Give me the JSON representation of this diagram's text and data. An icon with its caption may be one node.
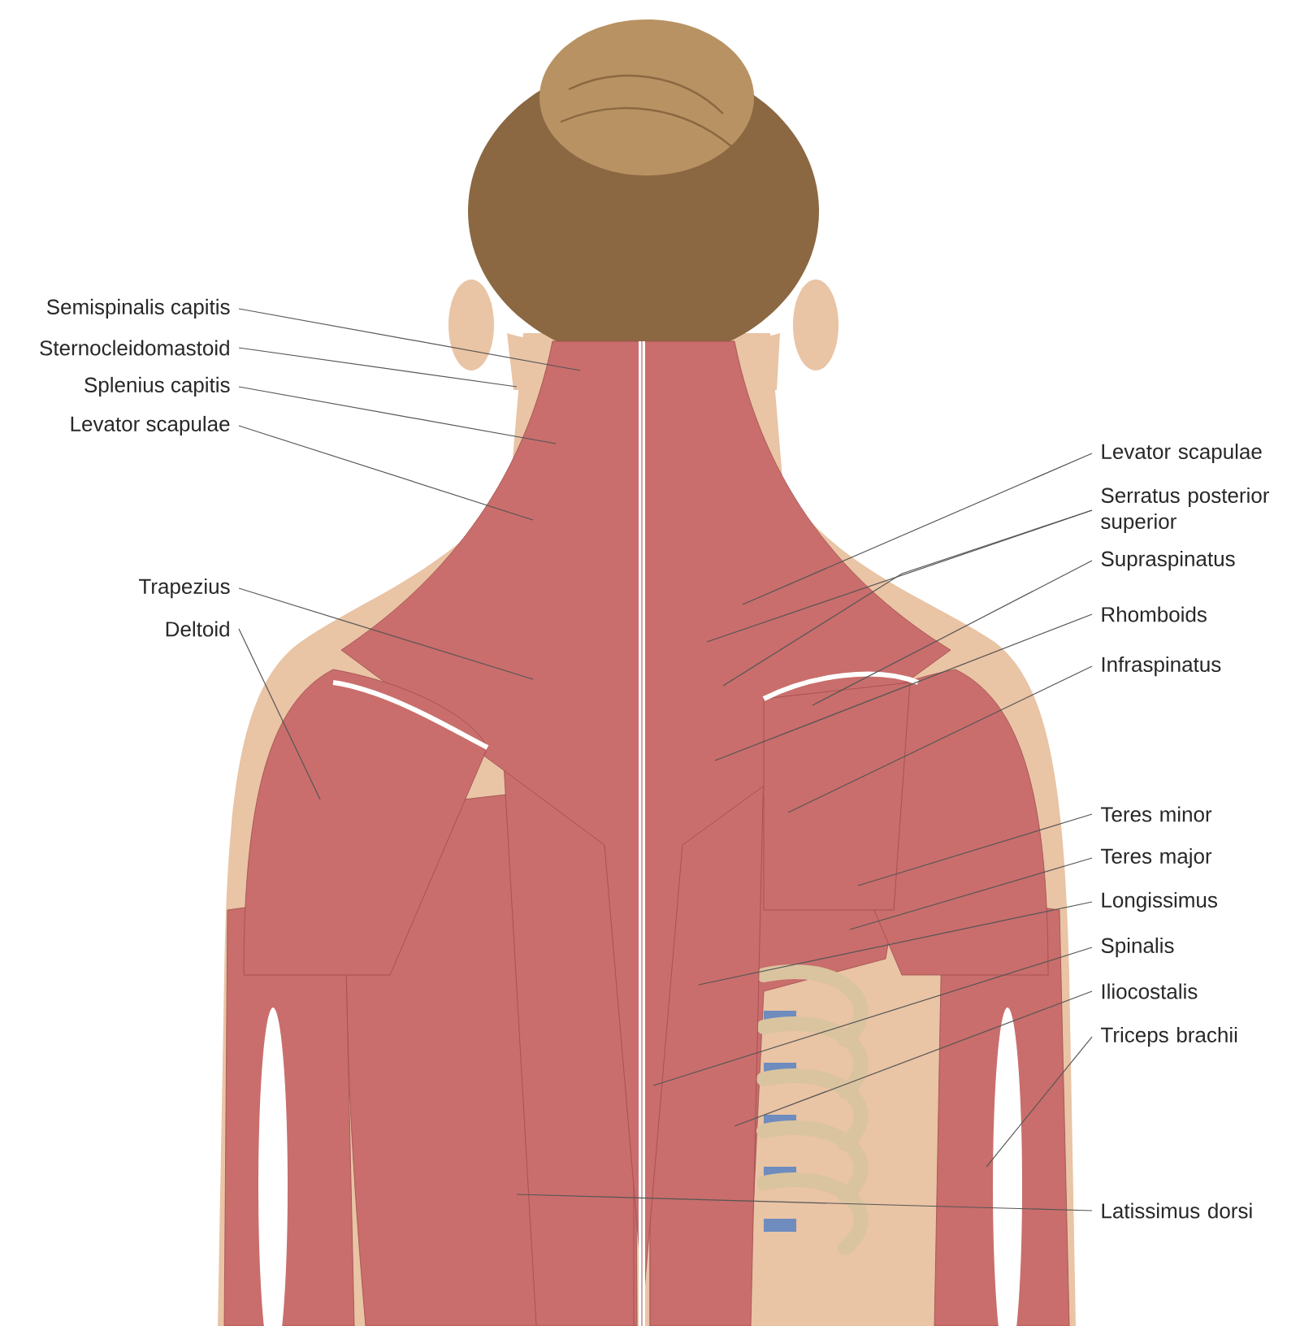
{
  "diagram": {
    "nodes": [
      {
        "text": [
          "Semispinalis capitis"
        ]
      },
      {
        "text": [
          "Sternocleidomastoid"
        ]
      },
      {
        "text": [
          "Splenius capitis"
        ]
      },
      {
        "text": [
          "Levator scapulae"
        ]
      },
      {
        "text": [
          "Trapezius"
        ]
      },
      {
        "text": [
          "Deltoid"
        ]
      },
      {
        "text": [
          "Levator scapulae"
        ]
      },
      {
        "text": [
          "Serratus posterior superior"
        ]
      },
      {
        "text": [
          "Supraspinatus"
        ]
      },
      {
        "text": [
          "Rhomboids"
        ]
      },
      {
        "text": [
          "Infraspinatus"
        ]
      },
      {
        "text": [
          "Teres minor"
        ]
      },
      {
        "text": [
          "Teres major"
        ]
      },
      {
        "text": [
          "Longissimus"
        ]
      },
      {
        "text": [
          "Spinalis"
        ]
      },
      {
        "text": [
          "Iliocostalis"
        ]
      },
      {
        "text": [
          "Triceps brachii"
        ]
      },
      {
        "text": [
          "Latissimus dorsi"
        ]
      }
    ],
    "edges": [
      {
        "from": 0,
        "to": null,
        "arrow": "none"
      },
      {
        "from": 1,
        "to": null,
        "arrow": "none"
      },
      {
        "from": 2,
        "to": null,
        "arrow": "none"
      },
      {
        "from": 3,
        "to": null,
        "arrow": "none"
      },
      {
        "from": 4,
        "to": null,
        "arrow": "none"
      },
      {
        "from": 5,
        "to": null,
        "arrow": "none"
      },
      {
        "from": 6,
        "to": null,
        "arrow": "none"
      },
      {
        "from": 7,
        "to": null,
        "arrow": "none"
      },
      {
        "from": 7,
        "to": null,
        "arrow": "none"
      },
      {
        "from": 8,
        "to": null,
        "arrow": "none"
      },
      {
        "from": 9,
        "to": null,
        "arrow": "none"
      },
      {
        "from": 10,
        "to": null,
        "arrow": "none"
      },
      {
        "from": 11,
        "to": null,
        "arrow": "none"
      },
      {
        "from": 12,
        "to": null,
        "arrow": "none"
      },
      {
        "from": 13,
        "to": null,
        "arrow": "none"
      },
      {
        "from": 14,
        "to": null,
        "arrow": "none"
      },
      {
        "from": 15,
        "to": null,
        "arrow": "none"
      },
      {
        "from": 16,
        "to": null,
        "arrow": "none"
      },
      {
        "from": 17,
        "to": null,
        "arrow": "none"
      }
    ]
  }
}
